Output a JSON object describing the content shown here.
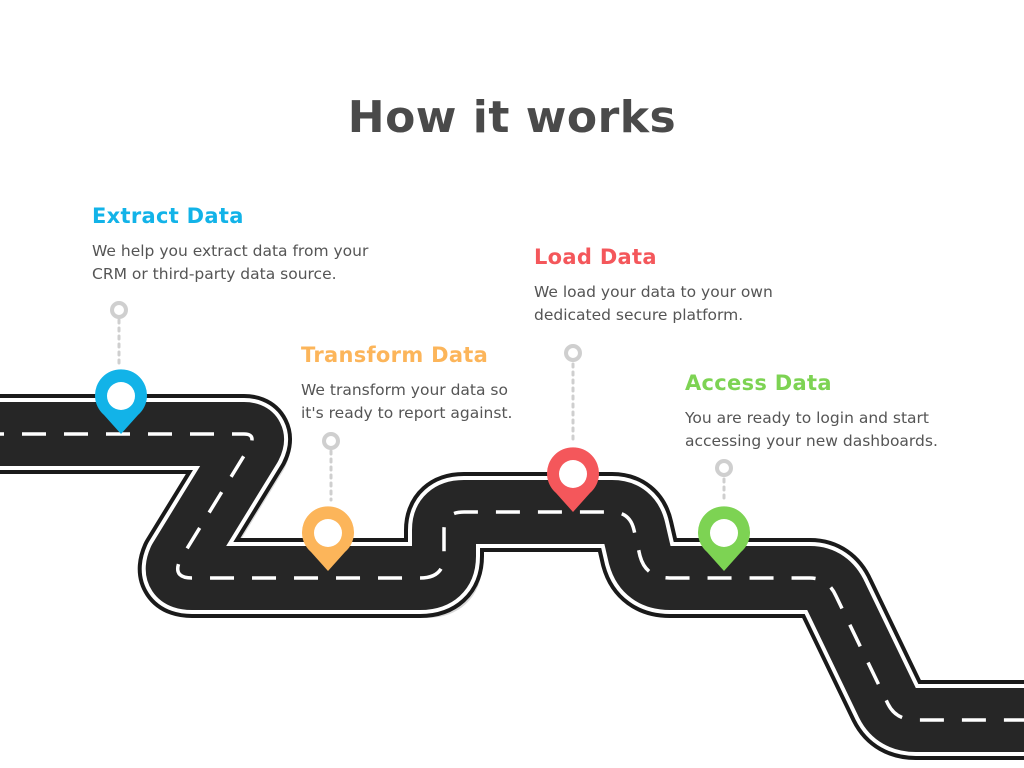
{
  "title": "How it works",
  "steps": [
    {
      "title": "Extract Data",
      "description_lines": [
        "We help you extract data from your",
        "CRM or third-party data source."
      ],
      "color": "#12b3e8",
      "icon": "map-pin-icon"
    },
    {
      "title": "Transform Data",
      "description_lines": [
        "We transform your data so",
        "it's ready to report against."
      ],
      "color": "#fcb55a",
      "icon": "map-pin-icon"
    },
    {
      "title": "Load Data",
      "description_lines": [
        "We load your data to your own",
        "dedicated secure platform."
      ],
      "color": "#f4575b",
      "icon": "map-pin-icon"
    },
    {
      "title": "Access Data",
      "description_lines": [
        "You are ready to login and start",
        "accessing your new dashboards."
      ],
      "color": "#7dd353",
      "icon": "map-pin-icon"
    }
  ],
  "road": {
    "asphalt_color": "#262626",
    "edge_color": "#1a1a1a",
    "shadow_color": "#d9d9d9",
    "marking_color": "#ffffff"
  },
  "connector_color": "#cfcfcf"
}
